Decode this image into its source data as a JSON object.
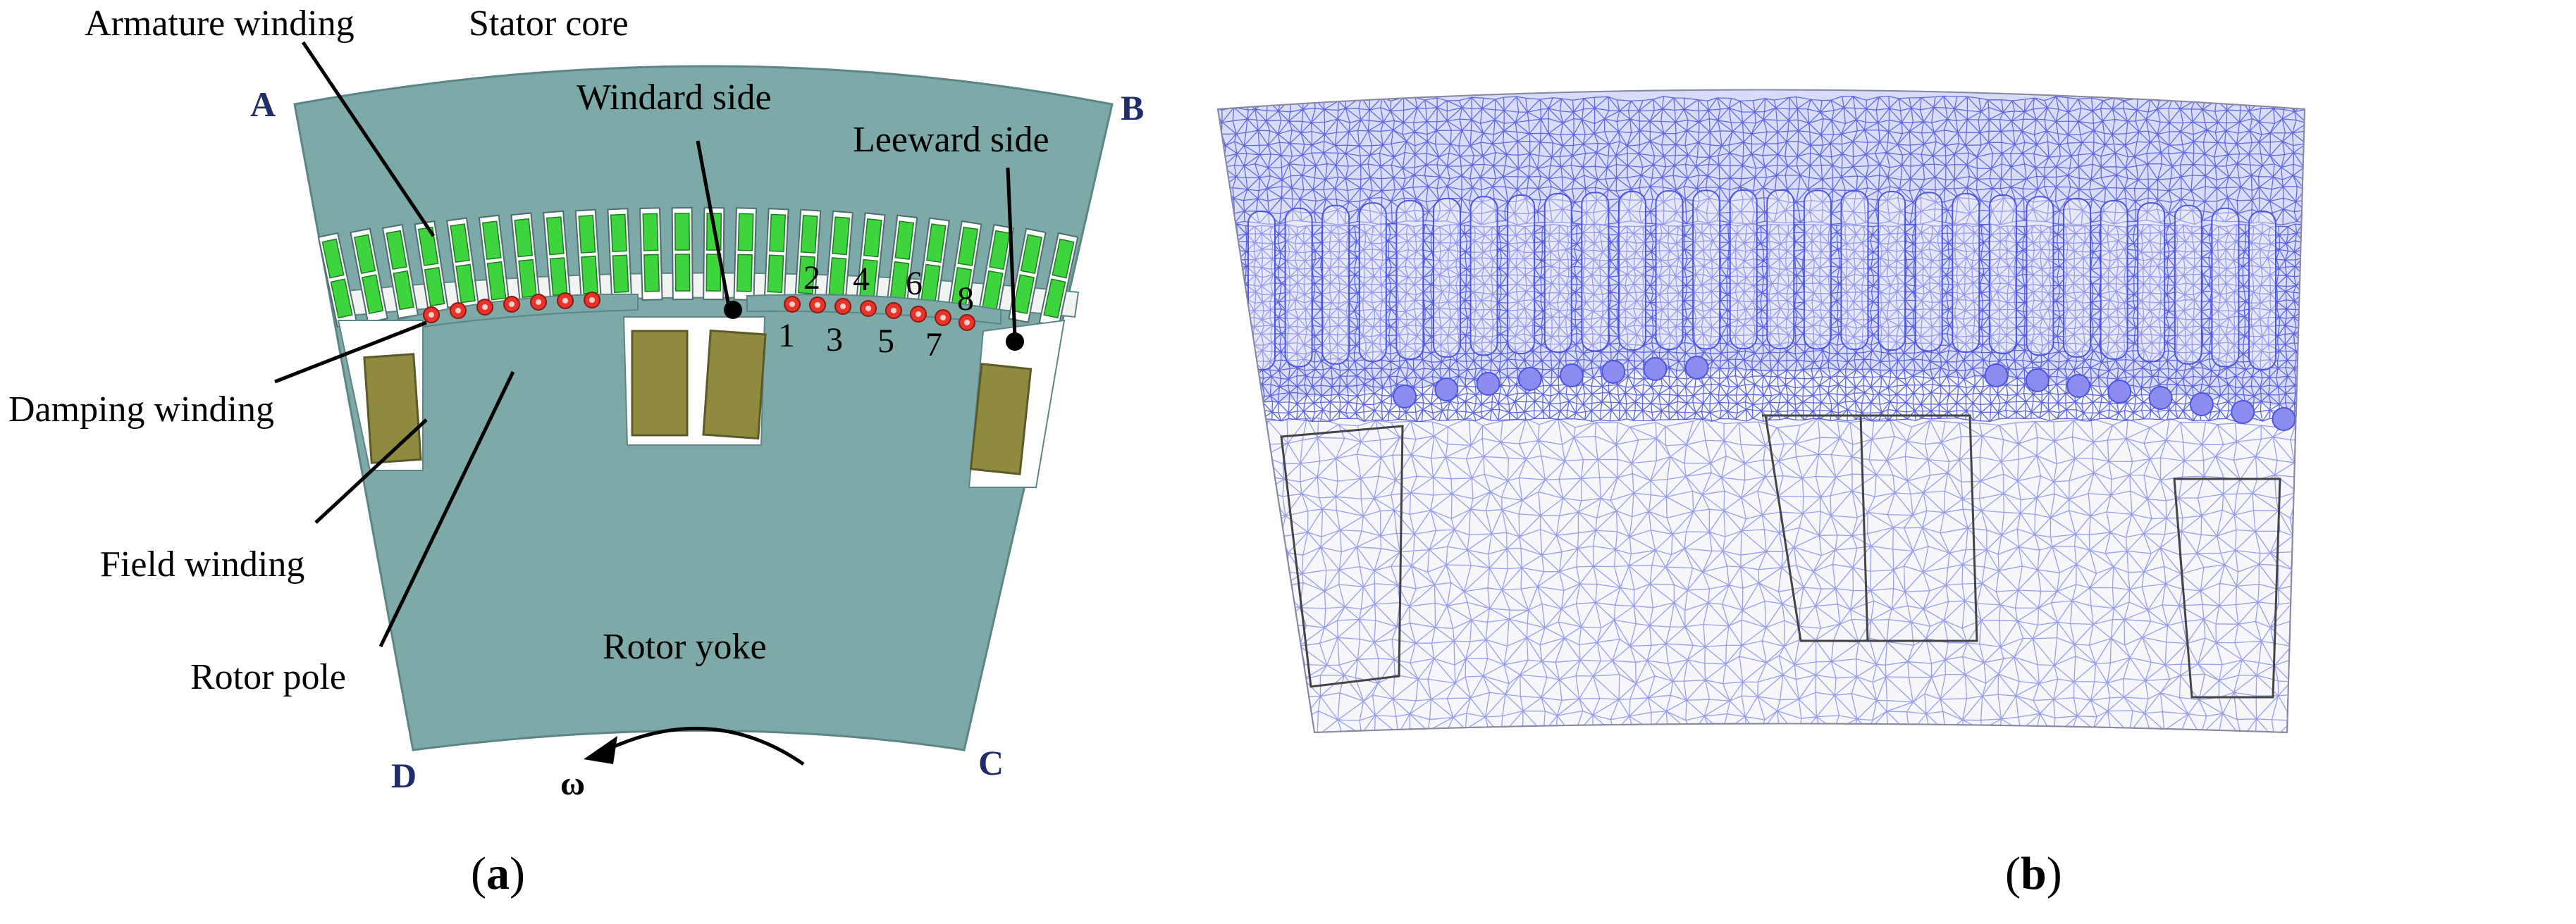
{
  "panel_a": {
    "labels": {
      "armature_winding": "Armature winding",
      "stator_core": "Stator core",
      "windward_side": "Windard side",
      "leeward_side": "Leeward side",
      "damping_winding": "Damping winding",
      "field_winding": "Field winding",
      "rotor_pole": "Rotor pole",
      "rotor_yoke": "Rotor yoke",
      "omega": "ω"
    },
    "corners": {
      "a": "A",
      "b": "B",
      "c": "C",
      "d": "D"
    },
    "bar_numbers": [
      "1",
      "2",
      "3",
      "4",
      "5",
      "6",
      "7",
      "8"
    ],
    "colors": {
      "core": "#7da9a8",
      "slot_conductor": "#3dd43d",
      "field_coil": "#8f8a40",
      "damper_bar": "#e8342a"
    }
  },
  "panel_b": {
    "mesh_color": "#4a55e0",
    "damper_node_color": "#8c8cf0"
  },
  "captions": {
    "a": "a",
    "b": "b"
  }
}
